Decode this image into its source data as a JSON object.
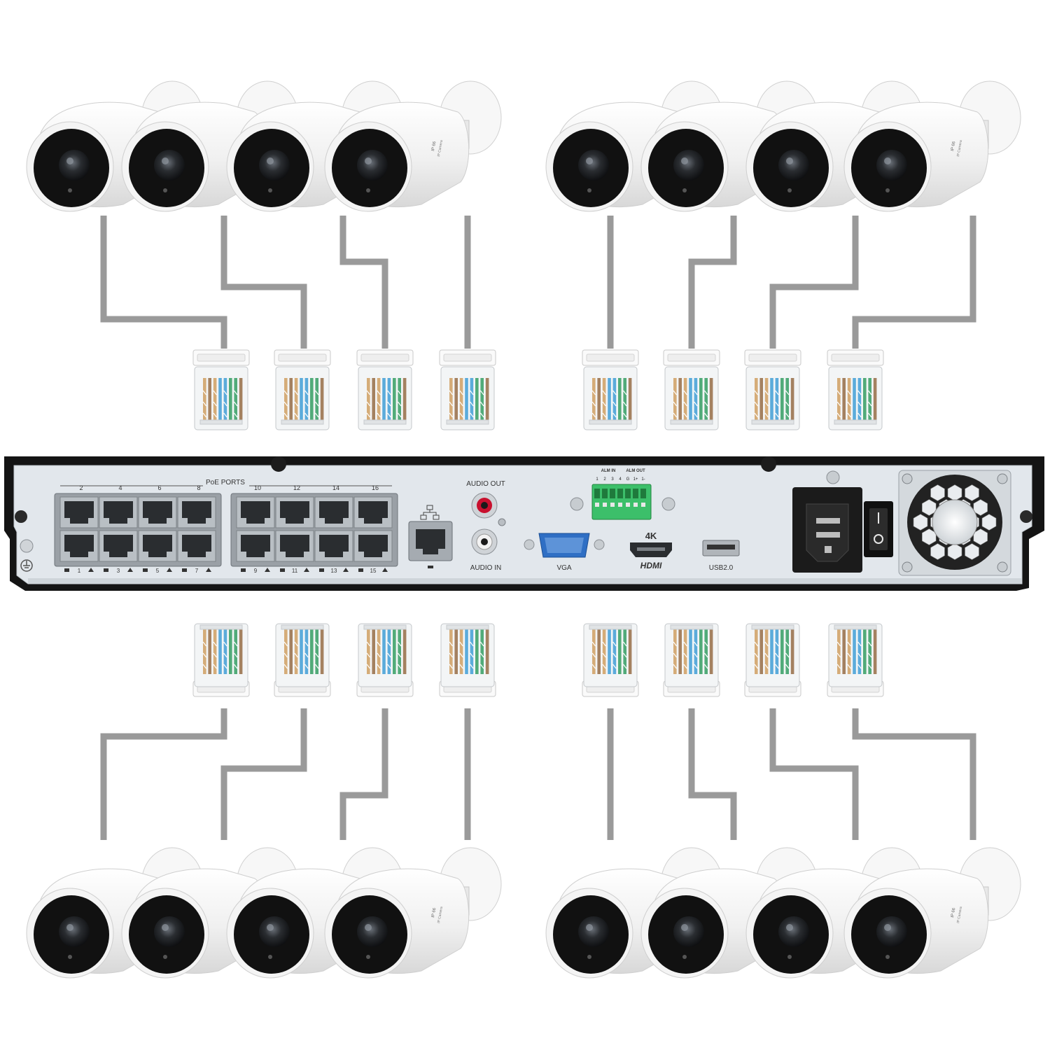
{
  "nvr": {
    "poe_ports_label": "PoE PORTS",
    "top_port_numbers": [
      "2",
      "4",
      "6",
      "8",
      "10",
      "12",
      "14",
      "16"
    ],
    "bottom_port_numbers": [
      "1",
      "3",
      "5",
      "7",
      "9",
      "11",
      "13",
      "15"
    ],
    "audio_out_label": "AUDIO OUT",
    "audio_in_label": "AUDIO IN",
    "vga_label": "VGA",
    "hdmi_4k_label": "4K",
    "hdmi_label": "HDMI",
    "usb_label": "USB2.0",
    "alarm_in_label": "ALM IN",
    "alarm_out_label": "ALM OUT",
    "alarm_pins": [
      "1",
      "2",
      "3",
      "4",
      "G",
      "1+",
      "1-"
    ]
  },
  "camera": {
    "badge_line1": "IP 66",
    "badge_line2": "IP Camera"
  },
  "colors": {
    "cable": "#9a9a9a",
    "nvr_panel": "#e4e9ee",
    "nvr_frame": "#141414",
    "wire_blue": "#4aa3d8",
    "wire_green": "#3fa36b",
    "wire_orange": "#d2a46a",
    "wire_brown": "#9b7450"
  },
  "icons": [
    "ip-camera-icon",
    "rj45-connector-icon",
    "ethernet-port-icon",
    "power-socket-icon",
    "power-switch-icon",
    "cooling-fan-icon",
    "ground-symbol-icon",
    "network-symbol-icon"
  ]
}
